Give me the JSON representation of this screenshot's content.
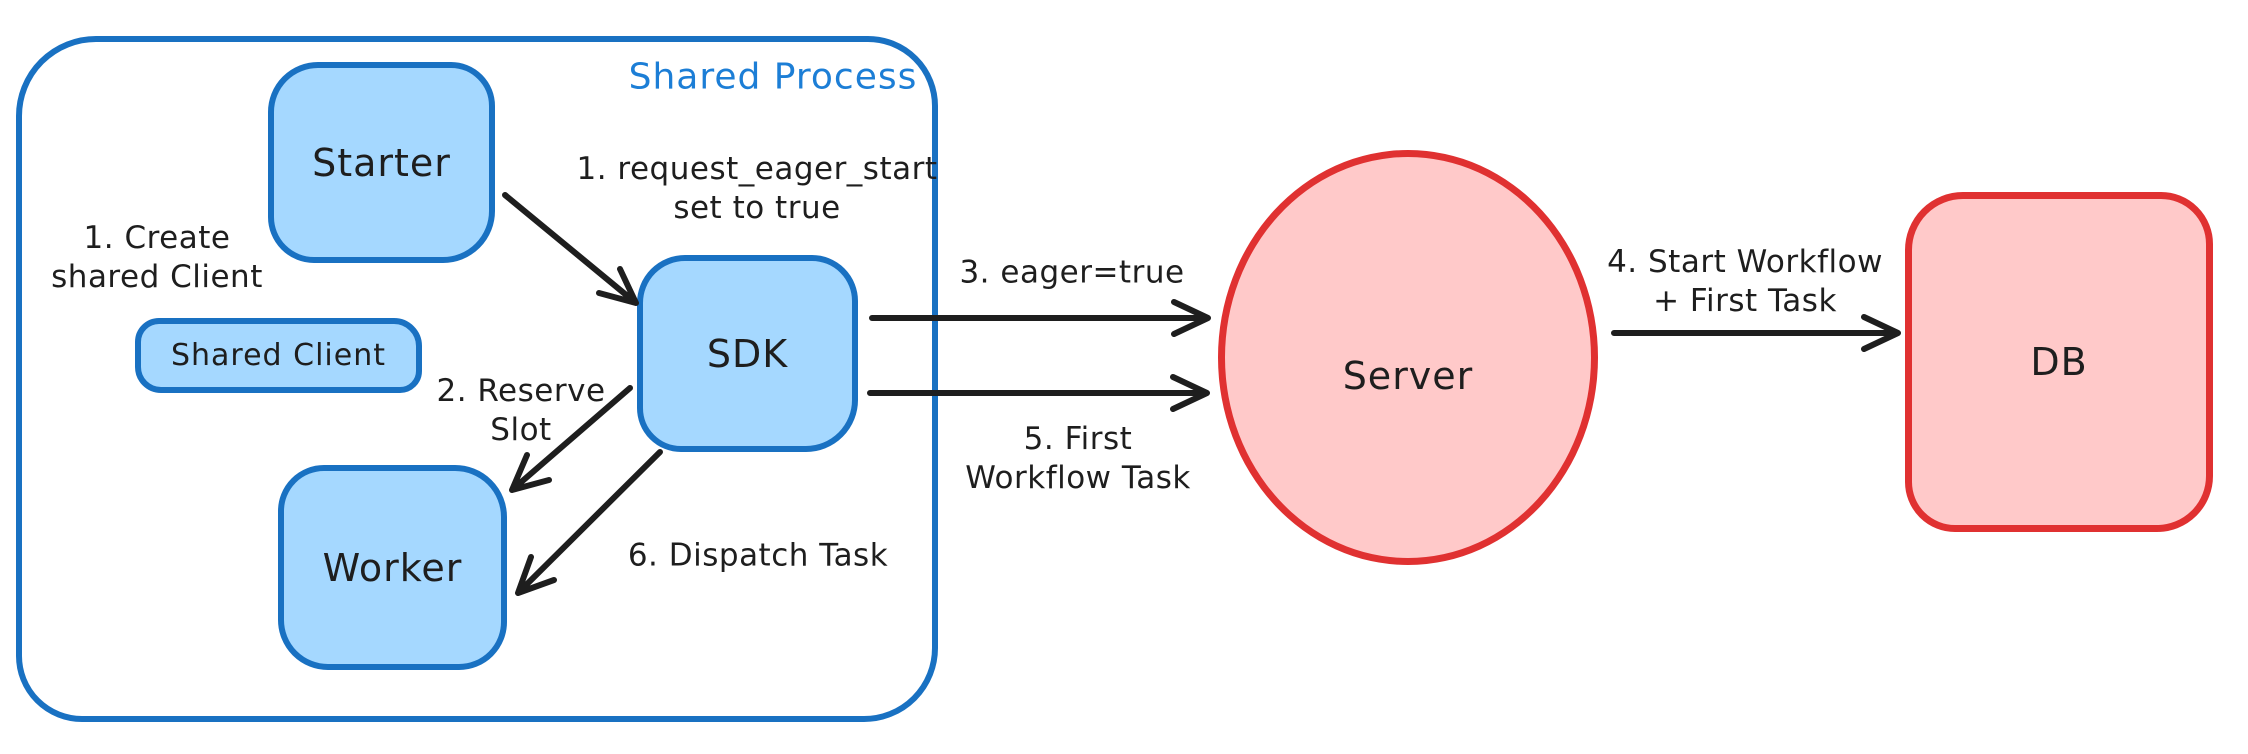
{
  "diagram": {
    "container_label": "Shared Process",
    "nodes": [
      {
        "id": "starter",
        "label": "Starter"
      },
      {
        "id": "shared-client",
        "label": "Shared Client"
      },
      {
        "id": "worker",
        "label": "Worker"
      },
      {
        "id": "sdk",
        "label": "SDK"
      },
      {
        "id": "server",
        "label": "Server"
      },
      {
        "id": "db",
        "label": "DB"
      }
    ],
    "annotations": [
      {
        "id": "create-shared-client",
        "lines": [
          "1. Create",
          "shared Client"
        ]
      },
      {
        "id": "request-eager-start",
        "lines": [
          "1. request_eager_start",
          "set to true"
        ]
      },
      {
        "id": "reserve-slot",
        "lines": [
          "2. Reserve",
          "Slot"
        ]
      },
      {
        "id": "eager-true",
        "lines": [
          "3. eager=true"
        ]
      },
      {
        "id": "start-workflow",
        "lines": [
          "4. Start Workflow",
          "+ First Task"
        ]
      },
      {
        "id": "first-workflow-task",
        "lines": [
          "5. First",
          "Workflow Task"
        ]
      },
      {
        "id": "dispatch-task",
        "lines": [
          "6. Dispatch Task"
        ]
      }
    ],
    "colors": {
      "blue_stroke": "#1971c2",
      "blue_fill": "#a5d8ff",
      "blue_text": "#1c7ed6",
      "red_stroke": "#e03131",
      "red_fill": "#ffc9c9",
      "ink": "#1e1e1e",
      "background": "#ffffff"
    }
  }
}
